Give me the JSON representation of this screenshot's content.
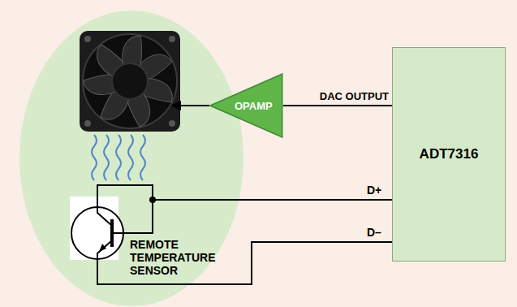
{
  "diagram": {
    "nodes": [
      {
        "text": [
          "OPAMP"
        ]
      },
      {
        "text": [
          "ADT7316"
        ]
      }
    ],
    "edges": [
      {
        "from": 1,
        "to": 0,
        "arrow": "none",
        "label": "DAC OUTPUT"
      }
    ],
    "labels": [
      "D+",
      "D–",
      "REMOTE TEMPERATURE SENSOR"
    ]
  }
}
